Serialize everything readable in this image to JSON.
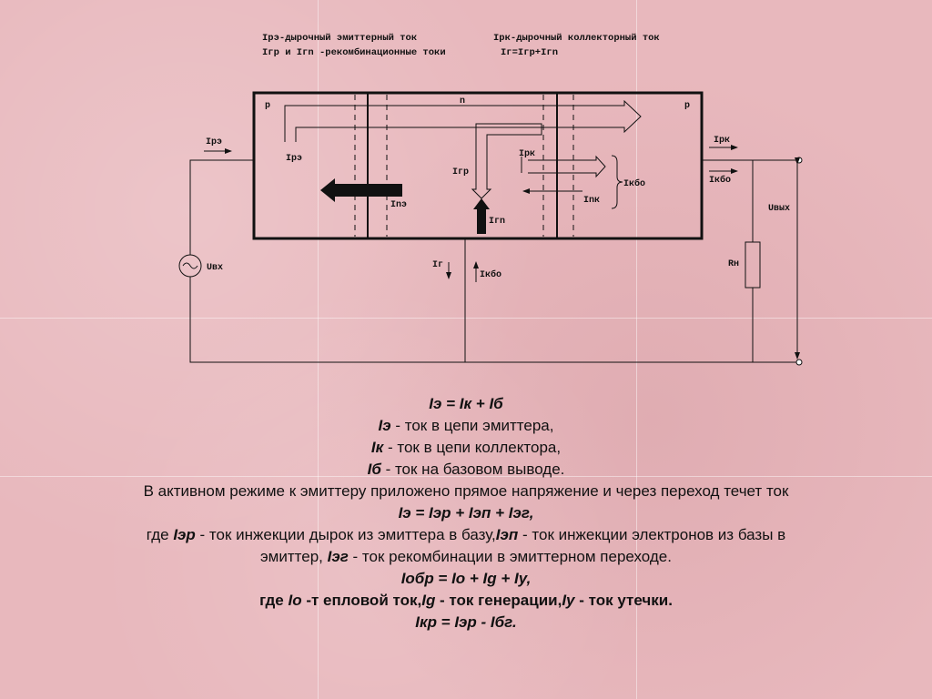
{
  "legend": {
    "line1_left": "Iрэ-дырочный эмиттерный ток",
    "line1_right": "Iрк-дырочный коллекторный ток",
    "line2_left": "Iгр и Iгn -рекомбинационные токи",
    "line2_right": "Iг=Iгр+Iгn"
  },
  "diagram": {
    "region_p_left": "p",
    "region_n": "n",
    "region_p_right": "p",
    "ipe_outside": "Iрэ",
    "ipe_inside": "Iрэ",
    "ipk_inside": "Iрк",
    "igr": "Iгр",
    "ine": "Inэ",
    "ign": "Iгn",
    "ink": "Inк",
    "ikbo_inside": "Iкбо",
    "ipk_outside": "Iрк",
    "ikbo_outside": "Iкбо",
    "uvyx": "Uвых",
    "rn": "Rн",
    "uvx": "Uвх",
    "ig": "Iг",
    "ikbo_base": "Iкбо"
  },
  "text": {
    "l1_formula": "Iэ = Iк + Iб",
    "l2_sym": "Iэ",
    "l2_rest": " - ток в цепи эмиттера,",
    "l3_sym": "Iк",
    "l3_rest": " - ток в цепи коллектора,",
    "l4_sym": "Iб",
    "l4_rest": " - ток на базовом выводе.",
    "l5": "В активном режиме к эмиттеру приложено прямое напряжение и через переход течет ток",
    "l6_formula": "Iэ = Iэр + Iэп + Iэг,",
    "l7_a": "где ",
    "l7_iep": "Iэр",
    "l7_b": " - ток инжекции дырок из эмиттера в базу,",
    "l7_ien": "Iэп",
    "l7_c": " - ток инжекции электронов из базы в",
    "l8_a": "эмиттер, ",
    "l8_ieg": "Iэг",
    "l8_b": " - ток рекомбинации в эмиттерном переходе.",
    "l9_formula": "Iобр = Iо + Ig + Iу,",
    "l10_a": "где ",
    "l10_io": "Iо",
    "l10_b": " -т епловой ток,",
    "l10_ig": "Ig",
    "l10_c": " - ток генерации,",
    "l10_iy": "Iу",
    "l10_d": " - ток утечки.",
    "l11_formula": "Iкр = Iэр - Iбг."
  }
}
